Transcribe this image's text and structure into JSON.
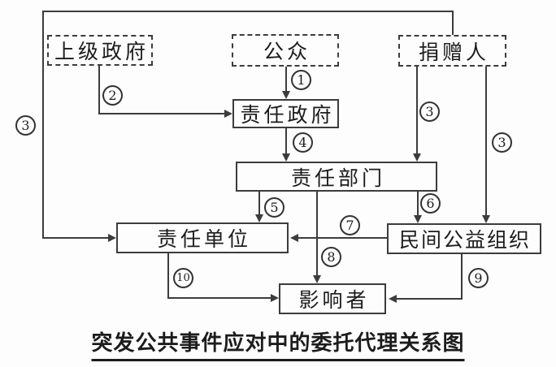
{
  "diagram": {
    "title": "突发公共事件应对中的委托代理关系图",
    "colors": {
      "line": "#3c3c3c",
      "text": "#1c1c1c",
      "background": "#fdfdfd"
    },
    "nodes": [
      {
        "id": "superior-government",
        "label": "上级政府",
        "border": "dashed"
      },
      {
        "id": "public",
        "label": "公众",
        "border": "dashed"
      },
      {
        "id": "donor",
        "label": "捐赠人",
        "border": "dashed"
      },
      {
        "id": "responsible-government",
        "label": "责任政府",
        "border": "solid"
      },
      {
        "id": "responsible-department",
        "label": "责任部门",
        "border": "solid"
      },
      {
        "id": "responsible-unit",
        "label": "责任单位",
        "border": "solid"
      },
      {
        "id": "civil-charity-org",
        "label": "民间公益组织",
        "border": "solid"
      },
      {
        "id": "affected-party",
        "label": "影响者",
        "border": "solid"
      }
    ],
    "badges": [
      {
        "num": "1"
      },
      {
        "num": "2"
      },
      {
        "num": "3"
      },
      {
        "num": "3"
      },
      {
        "num": "3"
      },
      {
        "num": "4"
      },
      {
        "num": "5"
      },
      {
        "num": "6"
      },
      {
        "num": "7"
      },
      {
        "num": "8"
      },
      {
        "num": "9"
      },
      {
        "num": "10"
      }
    ],
    "edges": [
      {
        "label": "1",
        "from": "公众",
        "to": "责任政府"
      },
      {
        "label": "2",
        "from": "上级政府",
        "to": "责任政府"
      },
      {
        "label": "3",
        "from": "捐赠人",
        "to": "责任单位"
      },
      {
        "label": "3",
        "from": "捐赠人",
        "to": "责任部门"
      },
      {
        "label": "3",
        "from": "捐赠人",
        "to": "民间公益组织"
      },
      {
        "label": "4",
        "from": "责任政府",
        "to": "责任部门"
      },
      {
        "label": "5",
        "from": "责任部门",
        "to": "责任单位"
      },
      {
        "label": "6",
        "from": "责任部门",
        "to": "民间公益组织"
      },
      {
        "label": "7",
        "from": "民间公益组织",
        "to": "责任单位"
      },
      {
        "label": "8",
        "from": "责任部门",
        "to": "影响者"
      },
      {
        "label": "9",
        "from": "民间公益组织",
        "to": "影响者"
      },
      {
        "label": "10",
        "from": "责任单位",
        "to": "影响者"
      }
    ]
  }
}
